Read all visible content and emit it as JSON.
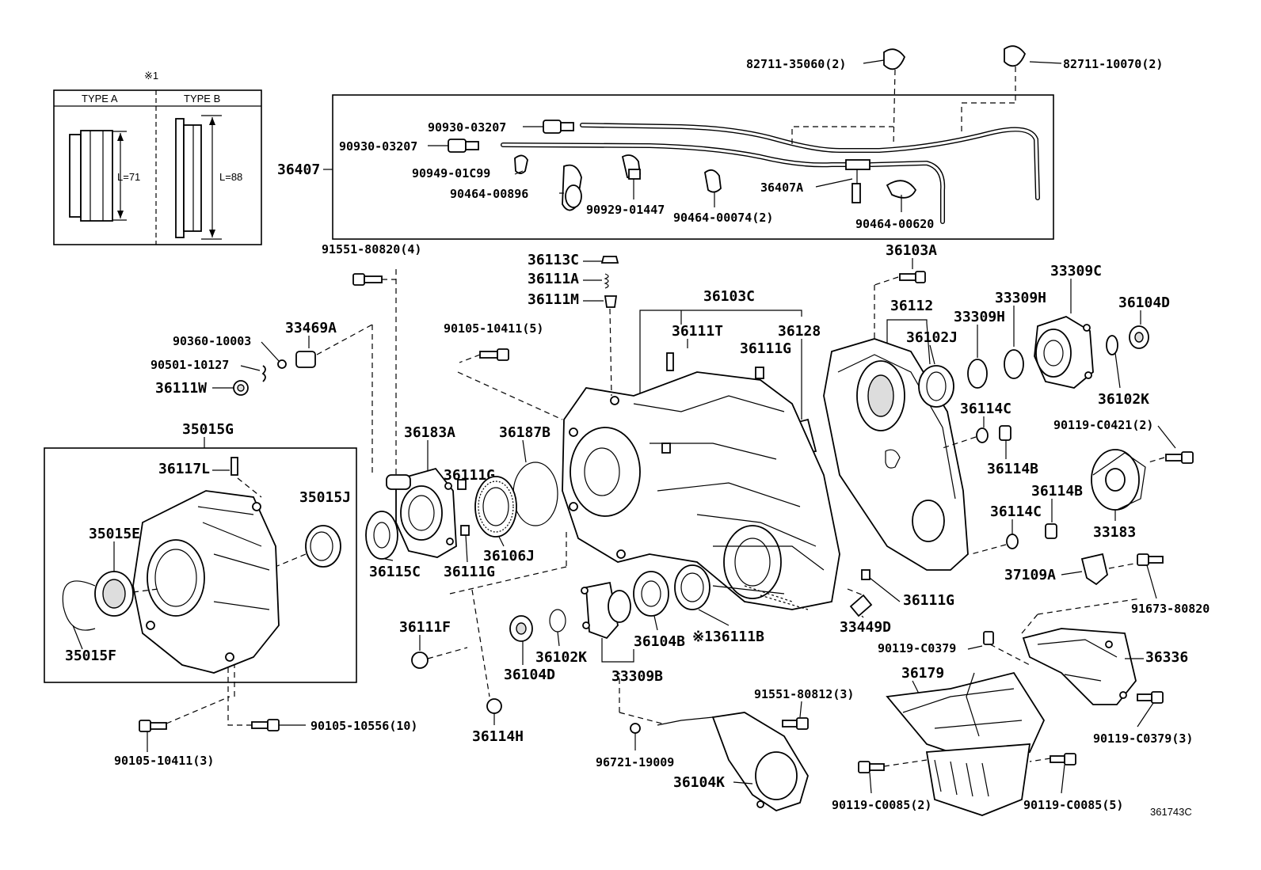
{
  "diagram_id": "361743C",
  "inset": {
    "note_mark": "※1",
    "type_a": {
      "title": "TYPE A",
      "length": "L=71"
    },
    "type_b": {
      "title": "TYPE B",
      "length": "L=88"
    }
  },
  "labels": {
    "p82711_35060": "82711-35060(2)",
    "p82711_10070": "82711-10070(2)",
    "p90930_03207_a": "90930-03207",
    "p90930_03207_b": "90930-03207",
    "p36407": "36407",
    "p90949_01c99": "90949-01C99",
    "p90464_00896": "90464-00896",
    "p90929_01447": "90929-01447",
    "p90464_00074": "90464-00074(2)",
    "p36407a": "36407A",
    "p90464_00620": "90464-00620",
    "p91551_80820": "91551-80820(4)",
    "p36113c": "36113C",
    "p36111a": "36111A",
    "p36111m": "36111M",
    "p36103a": "36103A",
    "p33309c": "33309C",
    "p36103c": "36103C",
    "p36112": "36112",
    "p33309h_a": "33309H",
    "p33309h_b": "33309H",
    "p36104d_top": "36104D",
    "p90360_10003": "90360-10003",
    "p33469a": "33469A",
    "p90105_10411_5": "90105-10411(5)",
    "p36111t": "36111T",
    "p36128": "36128",
    "p36102j": "36102J",
    "p36111g_top": "36111G",
    "p90501_10127": "90501-10127",
    "p36111w": "36111W",
    "p36102k_top": "36102K",
    "p36114c_a": "36114C",
    "p90119_c0421": "90119-C0421(2)",
    "p35015g": "35015G",
    "p36183a": "36183A",
    "p36187b": "36187B",
    "p36111g_mid": "36111G",
    "p36117l": "36117L",
    "p35015j": "35015J",
    "p36114b_a": "36114B",
    "p36114b_b": "36114B",
    "p36114c_b": "36114C",
    "p35015e": "35015E",
    "p36106j": "36106J",
    "p33183": "33183",
    "p36115c": "36115C",
    "p36111g_low": "36111G",
    "p37109a": "37109A",
    "p36111g_right": "36111G",
    "p91673_80820": "91673-80820",
    "p36111f": "36111F",
    "p33449d": "33449D",
    "p35015f": "35015F",
    "p36102k_bot": "36102K",
    "p36104b": "36104B",
    "p36111b": "※136111B",
    "p90119_c0379_a": "90119-C0379",
    "p36336": "36336",
    "p36104d_bot": "36104D",
    "p33309b": "33309B",
    "p36179": "36179",
    "p91551_80812": "91551-80812(3)",
    "p90119_c0379_3": "90119-C0379(3)",
    "p36114h": "36114H",
    "p90105_10556": "90105-10556(10)",
    "p90105_10411_3": "90105-10411(3)",
    "p96721_19009": "96721-19009",
    "p36104k": "36104K",
    "p90119_c0085_2": "90119-C0085(2)",
    "p90119_c0085_5": "90119-C0085(5)"
  }
}
